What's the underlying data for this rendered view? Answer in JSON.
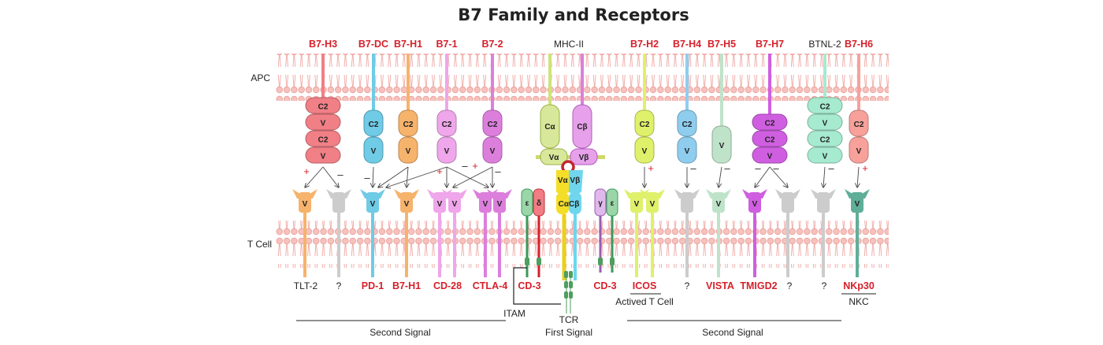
{
  "title": "B7  Family and Receptors",
  "side_labels": {
    "apc": "APC",
    "tcell": "T  Cell"
  },
  "colors": {
    "red_label": "#d6202a",
    "dark_label": "#222222",
    "membrane_pink": "#eb9c98",
    "arrow": "#444444"
  },
  "apc_ligands": [
    {
      "label": "B7-H3",
      "style": "red",
      "color": "#f07f86",
      "domains": [
        "C2",
        "V",
        "C2",
        "V"
      ]
    },
    {
      "label": "B7-DC",
      "style": "red",
      "color": "#6fcbe6",
      "domains": [
        "C2",
        "V"
      ]
    },
    {
      "label": "B7-H1",
      "style": "red",
      "color": "#f6b36c",
      "domains": [
        "C2",
        "V"
      ]
    },
    {
      "label": "B7-1",
      "style": "red",
      "color": "#efa6ea",
      "domains": [
        "C2",
        "V"
      ]
    },
    {
      "label": "B7-2",
      "style": "red",
      "color": "#dc7fdc",
      "domains": [
        "C2",
        "V"
      ]
    },
    {
      "label": "MHC-II",
      "style": "dark",
      "color": "#cfe27a",
      "domains": [
        "Cα",
        "Cβ",
        "Vα",
        "Vβ"
      ]
    },
    {
      "label": "B7-H2",
      "style": "red",
      "color": "#dff06a",
      "domains": [
        "C2",
        "V"
      ]
    },
    {
      "label": "B7-H4",
      "style": "red",
      "color": "#8fcdef",
      "domains": [
        "C2",
        "V"
      ]
    },
    {
      "label": "B7-H5",
      "style": "red",
      "color": "#bfe3c9",
      "domains": [
        "V"
      ]
    },
    {
      "label": "B7-H7",
      "style": "red",
      "color": "#cf5fe0",
      "domains": [
        "C2",
        "C2",
        "V"
      ]
    },
    {
      "label": "BTNL-2",
      "style": "dark",
      "color": "#a6ead0",
      "domains": [
        "C2",
        "V",
        "C2",
        "V"
      ]
    },
    {
      "label": "B7-H6",
      "style": "red",
      "color": "#f7a19a",
      "domains": [
        "C2",
        "V"
      ]
    }
  ],
  "tcr_domains": {
    "v_alpha_beta": "Vα Vβ",
    "c_alpha_beta": "CαCβ"
  },
  "cd3_domains": {
    "epsilon": "ε",
    "delta": "δ",
    "gamma": "γ"
  },
  "receptor_domain": "V",
  "signs": {
    "plus": "+",
    "minus": "–"
  },
  "receptors": [
    {
      "label": "TLT-2",
      "style": "dark"
    },
    {
      "label": "?",
      "style": "dark"
    },
    {
      "label": "PD-1",
      "style": "red"
    },
    {
      "label": "B7-H1",
      "style": "red"
    },
    {
      "label": "CD-28",
      "style": "red"
    },
    {
      "label": "CTLA-4",
      "style": "red"
    },
    {
      "label": "CD-3",
      "style": "red"
    },
    {
      "label": "CD-3",
      "style": "red"
    },
    {
      "label": "ICOS",
      "style": "red"
    },
    {
      "label": "?",
      "style": "dark"
    },
    {
      "label": "VISTA",
      "style": "red"
    },
    {
      "label": "TMIGD2",
      "style": "red"
    },
    {
      "label": "?",
      "style": "dark"
    },
    {
      "label": "?",
      "style": "dark"
    },
    {
      "label": "NKp30",
      "style": "red"
    }
  ],
  "annotations": {
    "itam": "ITAM",
    "tcr": "TCR",
    "first_signal": "First Signal",
    "second_signal_left": "Second Signal",
    "second_signal_right": "Second Signal",
    "activated_t_cell": "Actived T Cell",
    "nkc": "NKC"
  }
}
